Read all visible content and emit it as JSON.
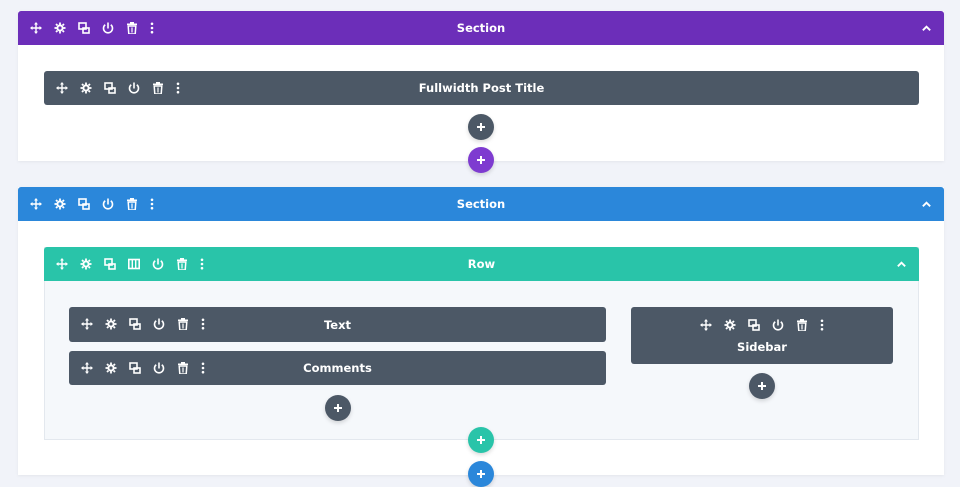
{
  "colors": {
    "section_purple": "#6c2eb9",
    "section_blue": "#2b87da",
    "row_teal": "#29c4a9",
    "module_gray": "#4c5866",
    "canvas_bg": "#f1f3f9"
  },
  "section1": {
    "title": "Section",
    "module_title": "Fullwidth Post Title"
  },
  "section2": {
    "title": "Section",
    "row_title": "Row",
    "modules": {
      "text": "Text",
      "comments": "Comments",
      "sidebar": "Sidebar"
    }
  },
  "toolbar_icons": [
    "move-icon",
    "settings-icon",
    "duplicate-icon",
    "columns-icon",
    "save-to-library-icon",
    "delete-icon",
    "more-icon"
  ],
  "add_icon": "plus-icon",
  "collapse_icon": "chevron-up-icon"
}
